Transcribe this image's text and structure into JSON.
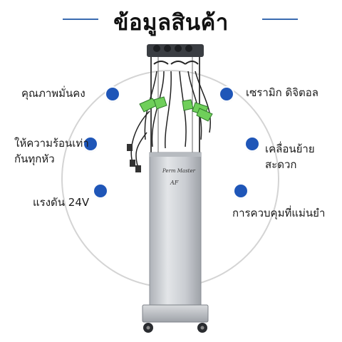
{
  "page": {
    "title": "ข้อมูลสินค้า"
  },
  "features": {
    "quality": "คุณภาพมั่นคง",
    "heat_line1": "ให้ความร้อนเท่า",
    "heat_line2": "กันทุกหัว",
    "voltage": "แรงดัน 24V",
    "ceramic": "เซรามิก ดิจิตอล",
    "move_line1": "เคลื่อนย้าย",
    "move_line2": "สะดวก",
    "control": "การควบคุมที่แม่นยำ"
  },
  "product": {
    "brand_script": "Perm Master",
    "logo_mark": "AF"
  },
  "colors": {
    "accent": "#1f56b8",
    "clip_green": "#6fcf5a",
    "cabinet": "#c9ccd1"
  }
}
